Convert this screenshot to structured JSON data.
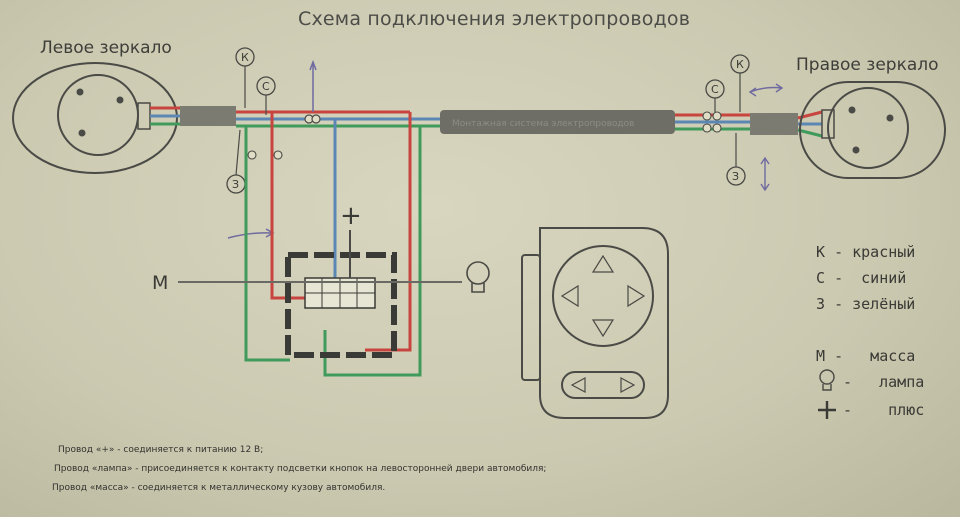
{
  "title": "Схема подключения электропроводов",
  "left_mirror": {
    "label": "Левое зеркало"
  },
  "right_mirror": {
    "label": "Правое зеркало"
  },
  "wire_labels": {
    "red": "К",
    "blue": "С",
    "green": "З"
  },
  "ground_label": "М",
  "plus_symbol": "+",
  "cable_text": "Монтажная система электропроводов",
  "legend": {
    "red": {
      "key": "К",
      "text": "- красный"
    },
    "blue": {
      "key": "С",
      "text": "-  синий"
    },
    "green": {
      "key": "З",
      "text": "- зелёный"
    },
    "ground": {
      "key": "М",
      "text": "-   масса"
    },
    "lamp": {
      "text": "-   лампа"
    },
    "plus": {
      "text": "-    плюс"
    }
  },
  "notes": [
    "Провод «+» - соединяется к питанию 12 В;",
    "Провод «лампа» - присоединяется к контакту подсветки кнопок на левосторонней двери автомобиля;",
    "Провод «масса» - соединяется к металлическому кузову автомобиля."
  ],
  "colors": {
    "red": "#c8453f",
    "blue": "#5b87b4",
    "green": "#3f9a5b",
    "ink": "#4a4a46"
  }
}
